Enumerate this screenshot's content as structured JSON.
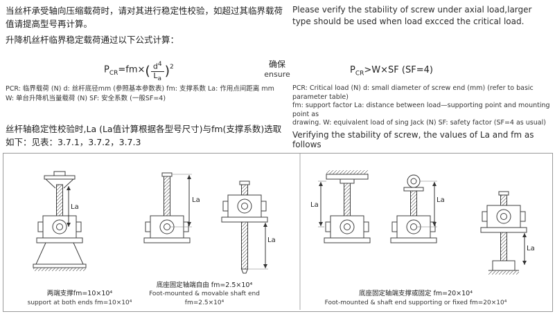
{
  "intro": {
    "zh_para1": "当丝杆承受轴向压缩载荷时，请对其进行稳定性校验，如超过其临界载荷值请提高型号再计算。",
    "zh_para2": "升降机丝杆临界稳定载荷通过以下公式计算：",
    "en_para": "Please verify the stability of screw under axial load,larger type should be used when load excced the critical load."
  },
  "formulas": {
    "left": {
      "base": "P",
      "sub": "CR",
      "mid": "=fm×",
      "open_paren": "(",
      "num_base": "d",
      "num_sup": "4",
      "den_base": "L",
      "den_sub": "a",
      "close_paren": ")",
      "outer_sup": "2"
    },
    "ensure_zh": "确保",
    "ensure_en": "ensure",
    "right": {
      "base": "P",
      "sub": "CR",
      "rest": ">W×SF (SF=4)"
    }
  },
  "definitions": {
    "zh_line1": "PCR: 临界载荷 (N)   d: 丝杆底径mm (参照基本参数表)   fm: 支撑系数    La: 作用点间距离 mm",
    "zh_line2": "W: 单台升降机当量载荷 (N)    SF: 安全系数 (一般SF=4)",
    "en_line1": "PCR: Critical load (N)  d: small diameter of screw end (mm) (refer to basic parameter table)",
    "en_line2": "fm: support factor   La: distance between load—supporting point and mounting point as",
    "en_line3": "drawing.   W: equivalent load of sing Jack (N)   SF: safety factor (SF=4 as usual)"
  },
  "verify": {
    "zh": "丝杆轴稳定性校验时,La (La值计算根据各型号尺寸)与fm(支撑系数)选取如下：见表：3.7.1，3.7.2，3.7.3",
    "en": "Verifying the stability of screw, the values of La and fm as follows"
  },
  "diagrams": {
    "la_label": "La",
    "captions": [
      {
        "zh": "两端支撑fm=10×10⁴",
        "en": "support at both ends fm=10×10⁴"
      },
      {
        "zh": "底座固定轴端自由  fm=2.5×10⁴",
        "en": "Foot-mounted & movable shaft end fm=2.5×10⁴"
      },
      {
        "zh": "底座固定轴端支撑或固定  fm=20×10⁴",
        "en": "Foot-mounted &  shaft end supporting or fixed  fm=20×10⁴"
      }
    ],
    "colors": {
      "line": "#3c3c3c",
      "box_border": "#999999"
    }
  }
}
